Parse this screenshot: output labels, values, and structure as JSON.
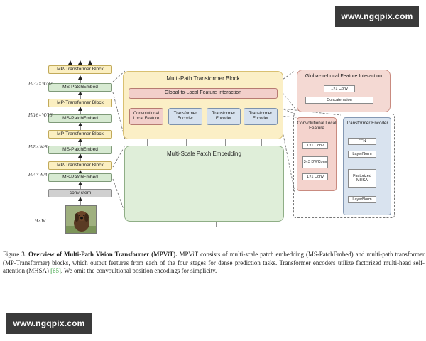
{
  "watermarks": {
    "top": "www.ngqpix.com",
    "bottom": "www.ngqpix.com"
  },
  "left_stack": {
    "blocks": [
      "MP-Transformer Block",
      "MS-PatchEmbed",
      "MP-Transformer Block",
      "MS-PatchEmbed",
      "MP-Transformer Block",
      "MS-PatchEmbed",
      "MP-Transformer Block",
      "MS-PatchEmbed",
      "conv-stem"
    ],
    "scales": {
      "s32": {
        "a": "H",
        "b": "32",
        "c": "W",
        "d": "32"
      },
      "s16": {
        "a": "H",
        "b": "16",
        "c": "W",
        "d": "16"
      },
      "s8": {
        "a": "H",
        "b": "8",
        "c": "W",
        "d": "8"
      },
      "s4": {
        "a": "H",
        "b": "4",
        "c": "W",
        "d": "4"
      }
    },
    "input_size": "H×W"
  },
  "mp_panel": {
    "title": "Multi-Path Transformer Block",
    "gli_bar": "Global-to-Local Feature Interaction",
    "paths": [
      "Convolutional Local Feature",
      "Transformer Encoder",
      "Transformer Encoder",
      "Transformer Encoder"
    ]
  },
  "ms_panel": {
    "title": "Multi-Scale Patch Embedding"
  },
  "gli_panel": {
    "title": "Global-to-Local Feature Interaction",
    "conv": "1×1 Conv",
    "concat": "Concatenation"
  },
  "clf_panel": {
    "title": "Convolutional Local Feature",
    "items": [
      "1×1 Conv",
      "3×3 DWConv",
      "1×1 Conv"
    ]
  },
  "te_panel": {
    "title": "Transformer Encoder",
    "items": [
      "FFN",
      "LayerNorm",
      "Factorized MHSA",
      "LayerNorm"
    ]
  },
  "caption": {
    "lead": "Figure 3.",
    "title": "Overview of Multi-Path Vision Transformer (MPViT).",
    "text": "MPViT consists of multi-scale patch embedding (MS-PatchEmbed) and multi-path transformer (MP-Transformer) blocks, which output features from each of the four stages for dense prediction tasks. Transformer encoders utilize factorized multi-head self-attention (MHSA)",
    "cite": "[65]",
    "tail": ". We omit the convoultional position encodings for simplicity."
  }
}
